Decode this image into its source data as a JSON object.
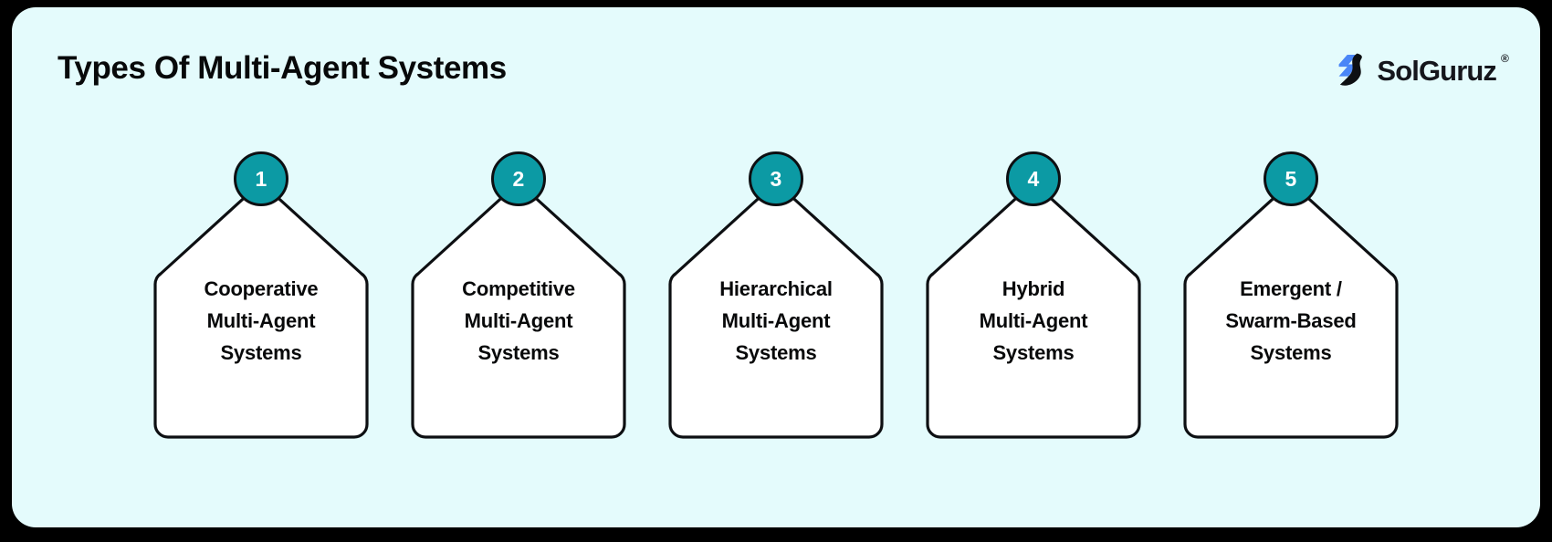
{
  "header": {
    "title": "Types Of Multi-Agent Systems",
    "brand": {
      "name": "SolGuruz",
      "registered_mark": "®",
      "mark_icon": "solguruz-logo-icon",
      "mark_color_primary": "#4a86f7",
      "mark_color_secondary": "#0d0f12"
    }
  },
  "theme": {
    "page_background": "#000000",
    "panel_background": "#e4fbfc",
    "card_fill": "#ffffff",
    "card_stroke": "#0d0f12",
    "badge_fill": "#0c9aa4",
    "badge_stroke": "#0d0f12",
    "badge_text": "#ffffff",
    "text_color": "#08090a"
  },
  "cards": [
    {
      "number": "1",
      "label": "Cooperative\nMulti-Agent\nSystems"
    },
    {
      "number": "2",
      "label": "Competitive\nMulti-Agent\nSystems"
    },
    {
      "number": "3",
      "label": "Hierarchical\nMulti-Agent\nSystems"
    },
    {
      "number": "4",
      "label": "Hybrid\nMulti-Agent\nSystems"
    },
    {
      "number": "5",
      "label": "Emergent /\nSwarm-Based\nSystems"
    }
  ]
}
